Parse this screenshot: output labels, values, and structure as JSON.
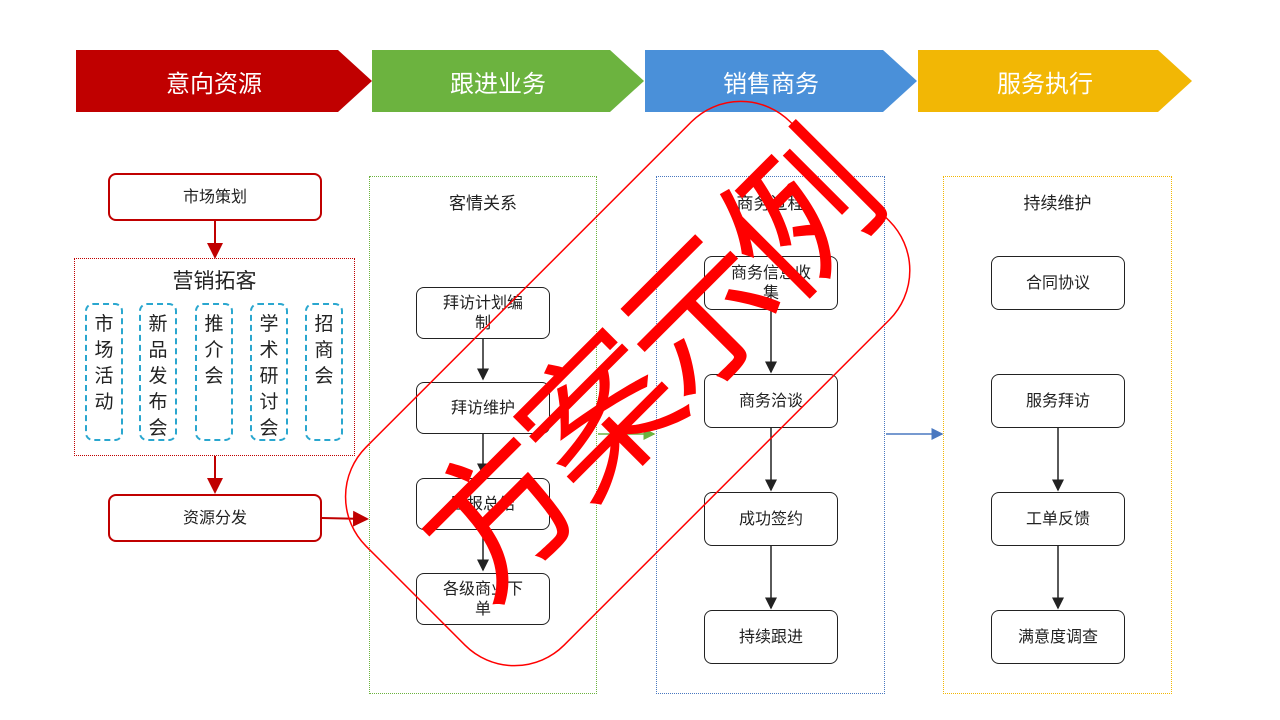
{
  "stages": [
    {
      "label": "意向资源",
      "color": "#c00000"
    },
    {
      "label": "跟进业务",
      "color": "#6cb33f"
    },
    {
      "label": "销售商务",
      "color": "#4a90d9"
    },
    {
      "label": "服务执行",
      "color": "#f2b705"
    }
  ],
  "col1": {
    "planning": "市场策划",
    "group_title": "营销拓客",
    "sub_items": [
      "市场活动",
      "新品发布会",
      "推介会",
      "学术研讨会",
      "招商会"
    ],
    "distribution": "资源分发"
  },
  "col2": {
    "title": "客情关系",
    "steps": [
      "拜访计划编制",
      "拜访维护",
      "回报总结",
      "各级商业下单"
    ]
  },
  "col3": {
    "title": "商务过程",
    "steps": [
      "商务信息收集",
      "商务洽谈",
      "成功签约",
      "持续跟进"
    ]
  },
  "col4": {
    "title": "持续维护",
    "steps": [
      "合同协议",
      "服务拜访",
      "工单反馈",
      "满意度调查"
    ]
  },
  "stamp": "方案示例"
}
